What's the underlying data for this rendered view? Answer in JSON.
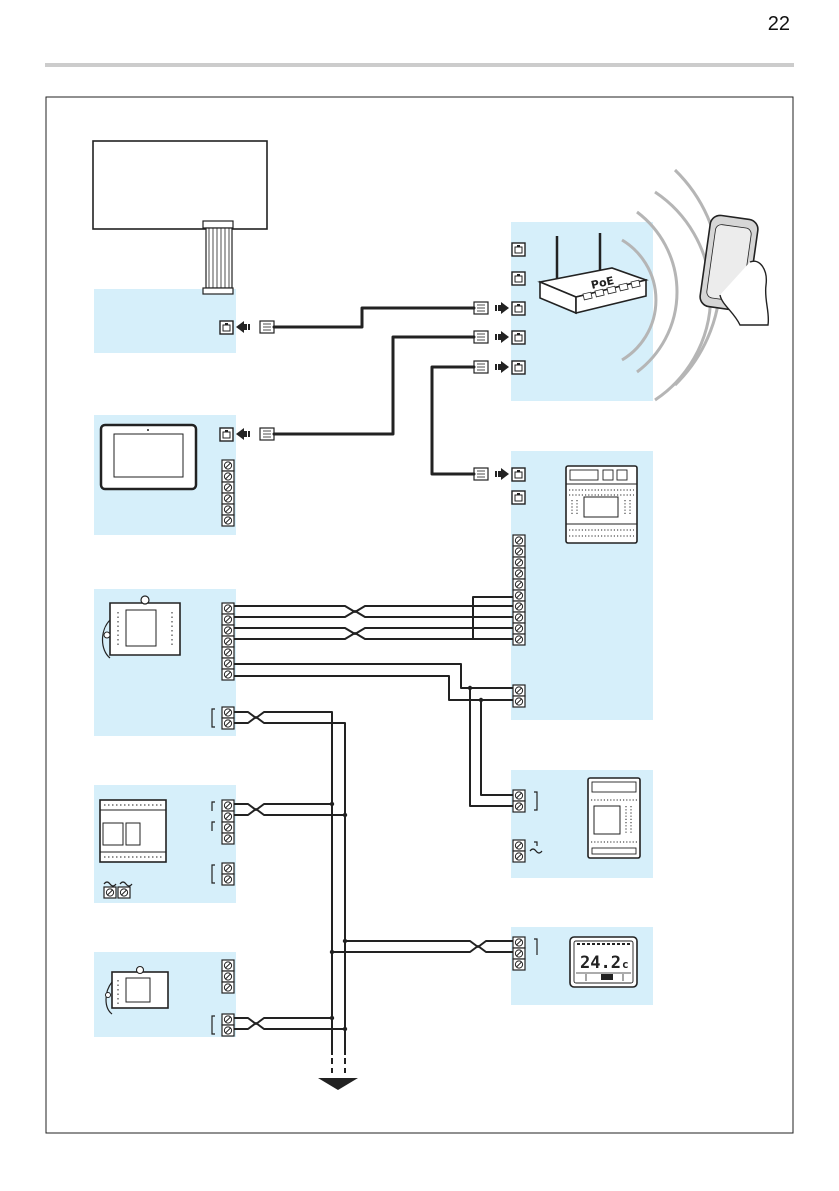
{
  "page": {
    "page_number": "22"
  },
  "diagram": {
    "router_label": "PoE",
    "thermostat_reading": "24.2",
    "thermostat_unit": "c",
    "colors": {
      "block_fill": "#d6effa",
      "wire": "#222222",
      "signal_arcs": "#b5b5b5",
      "header_rule": "#cccccc"
    },
    "icons": [
      "display-panel-icon",
      "ethernet-connector-icon",
      "poe-router-icon",
      "smartphone-icon",
      "wifi-signal-icon",
      "touch-monitor-icon",
      "door-entry-unit-icon",
      "power-supply-icon",
      "home-automation-controller-icon",
      "actuator-module-icon",
      "thermostat-icon",
      "bus-continuation-arrow-icon"
    ]
  }
}
